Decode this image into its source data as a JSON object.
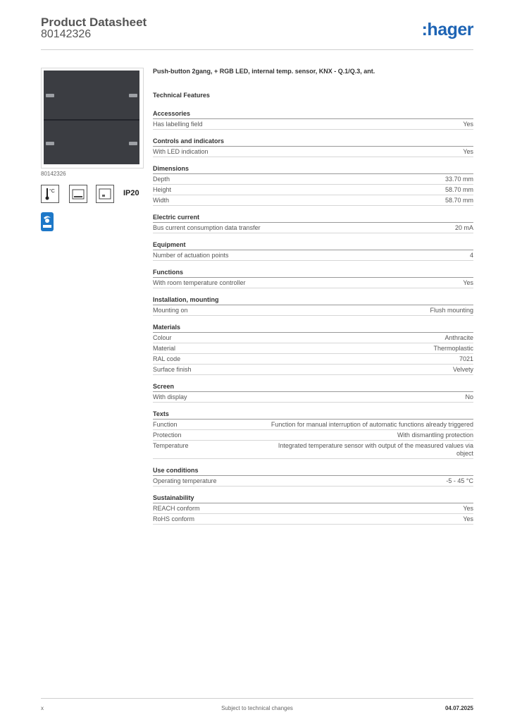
{
  "header": {
    "title": "Product Datasheet",
    "doc_number": "80142326",
    "logo_text": ":hager"
  },
  "image": {
    "caption": "80142326"
  },
  "icons": [
    "thermometer-icon",
    "labelling-field-icon",
    "display-icon",
    "ip-rating-badge"
  ],
  "ip_rating": "IP20",
  "product_title": "Push-button 2gang, + RGB LED, internal temp. sensor, KNX - Q.1/Q.3, ant.",
  "features_heading": "Technical Features",
  "sections": [
    {
      "heading": "Accessories",
      "rows": [
        {
          "label": "Has labelling field",
          "value": "Yes"
        }
      ]
    },
    {
      "heading": "Controls and indicators",
      "rows": [
        {
          "label": "With LED indication",
          "value": "Yes"
        }
      ]
    },
    {
      "heading": "Dimensions",
      "rows": [
        {
          "label": "Depth",
          "value": "33.70 mm"
        },
        {
          "label": "Height",
          "value": "58.70 mm"
        },
        {
          "label": "Width",
          "value": "58.70 mm"
        }
      ]
    },
    {
      "heading": "Electric current",
      "rows": [
        {
          "label": "Bus current consumption data transfer",
          "value": "20 mA"
        }
      ]
    },
    {
      "heading": "Equipment",
      "rows": [
        {
          "label": "Number of actuation points",
          "value": "4"
        }
      ]
    },
    {
      "heading": "Functions",
      "rows": [
        {
          "label": "With room temperature controller",
          "value": "Yes"
        }
      ]
    },
    {
      "heading": "Installation, mounting",
      "rows": [
        {
          "label": "Mounting on",
          "value": "Flush mounting"
        }
      ]
    },
    {
      "heading": "Materials",
      "rows": [
        {
          "label": "Colour",
          "value": "Anthracite"
        },
        {
          "label": "Material",
          "value": "Thermoplastic"
        },
        {
          "label": "RAL code",
          "value": "7021"
        },
        {
          "label": "Surface finish",
          "value": "Velvety"
        }
      ]
    },
    {
      "heading": "Screen",
      "rows": [
        {
          "label": "With display",
          "value": "No"
        }
      ]
    },
    {
      "heading": "Texts",
      "rows": [
        {
          "label": "Function",
          "value": "Function for manual interruption of automatic functions already triggered"
        },
        {
          "label": "Protection",
          "value": "With dismantling protection"
        },
        {
          "label": "Temperature",
          "value": "Integrated temperature sensor with output of the measured values via object"
        }
      ]
    },
    {
      "heading": "Use conditions",
      "rows": [
        {
          "label": "Operating temperature",
          "value": "-5 - 45 °C"
        }
      ]
    },
    {
      "heading": "Sustainability",
      "rows": [
        {
          "label": "REACH conform",
          "value": "Yes"
        },
        {
          "label": "RoHS conform",
          "value": "Yes"
        }
      ]
    }
  ],
  "footer": {
    "left": "x",
    "center": "Subject to technical changes",
    "right": "04.07.2025"
  },
  "colors": {
    "brand": "#1e64b4",
    "product": "#3b3d42"
  }
}
